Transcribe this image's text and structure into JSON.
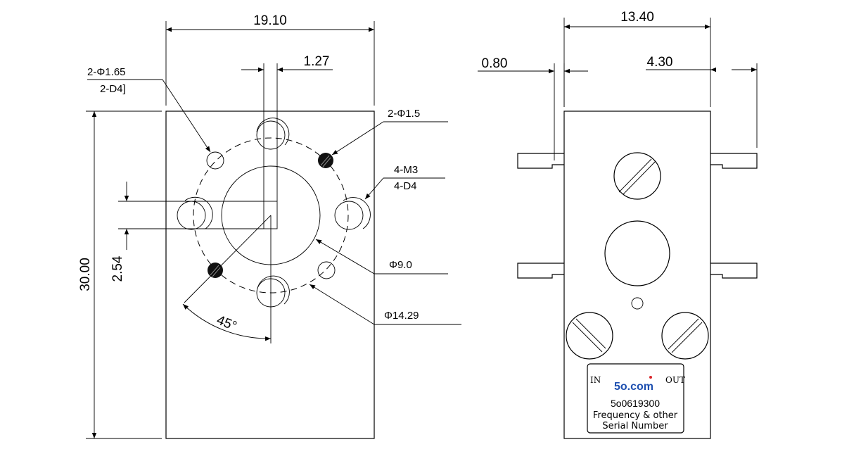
{
  "front_view": {
    "width_dim": "19.10",
    "slot_width_dim": "1.27",
    "height_dim": "30.00",
    "slot_height_dim": "2.54",
    "angle_dim": "45°",
    "callouts": {
      "small_holes_line1": "2-Φ1.65",
      "small_holes_line2": "2-D4]",
      "pins": "2-Φ1.5",
      "threads_line1": "4-M3",
      "threads_line2": "4-D4",
      "bore": "Φ9.0",
      "bolt_circle": "Φ14.29"
    }
  },
  "side_view": {
    "width_dim": "13.40",
    "flange_left_dim": "0.80",
    "flange_right_dim": "4.30"
  },
  "label_plate": {
    "in_label": "IN",
    "out_label": "OUT",
    "logo": "5o.com",
    "part_number": "5o0619300",
    "line2": "Frequency & other",
    "line3": "Serial Number",
    "logo_color": "#1d4fb0",
    "logo_dot_color": "#d9252a"
  }
}
